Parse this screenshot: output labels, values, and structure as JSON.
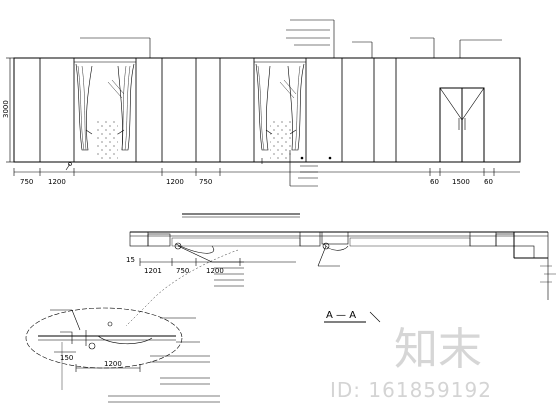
{
  "elevation": {
    "height_dim": "3000",
    "bottom_dims": [
      "750",
      "1200",
      "1200",
      "750",
      "60",
      "1500",
      "60"
    ]
  },
  "section": {
    "dims": [
      "1201",
      "750",
      "1200"
    ],
    "mark": "A — A"
  },
  "detail": {
    "dims": [
      "150",
      "1200"
    ]
  },
  "watermark": {
    "brand": "知末",
    "id": "ID: 161859192"
  }
}
